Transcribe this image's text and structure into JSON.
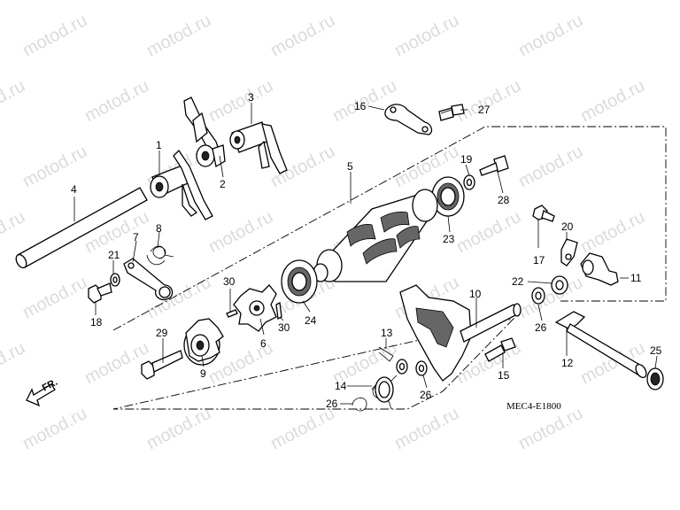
{
  "watermark": "motod.ru",
  "diagram_code": "MEC4-E1800",
  "direction_label": "FR.",
  "callouts": [
    "1",
    "2",
    "3",
    "4",
    "5",
    "6",
    "7",
    "8",
    "9",
    "10",
    "11",
    "12",
    "13",
    "14",
    "15",
    "16",
    "17",
    "18",
    "19",
    "20",
    "21",
    "22",
    "23",
    "24",
    "25",
    "26",
    "27",
    "28",
    "29",
    "30"
  ]
}
